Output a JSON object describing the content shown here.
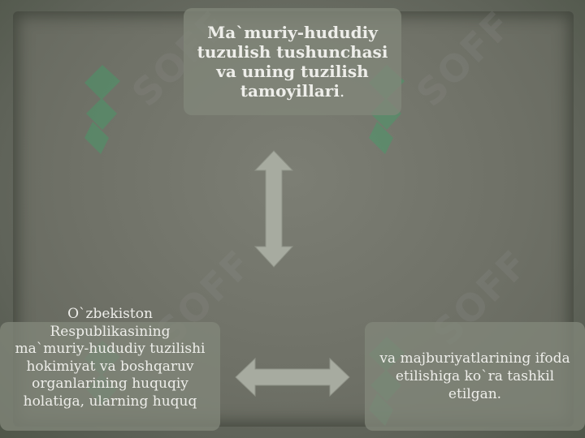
{
  "colors": {
    "background": "#4f5649",
    "box_fill": "#82867a",
    "text": "#eeeeea",
    "arrow": "#a7aba0",
    "watermark_logo": "#3fa36a"
  },
  "watermark": {
    "text": "SOFF",
    "logo_icon": "soff-logo-icon"
  },
  "top_box": {
    "title_bold": "Ma`muriy-hududiy tuzulish tushunchasi va uning tuzilish tamoyillari",
    "title_end": "."
  },
  "left_box": {
    "text": "O`zbekiston Respublikasining ma`muriy-hududiy tuzilishi hokimiyat va boshqaruv organlarining huquqiy holatiga, ularning huquq"
  },
  "right_box": {
    "text": "va majburiyatlarining ifoda etilishiga ko`ra tashkil etilgan."
  }
}
